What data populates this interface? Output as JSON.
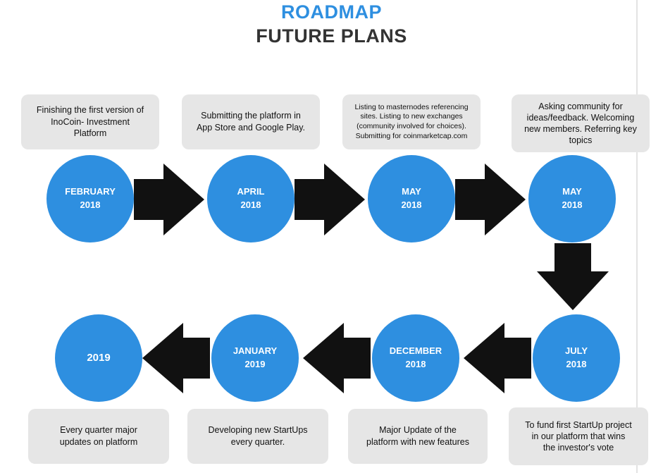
{
  "header": {
    "title": "ROADMAP",
    "subtitle": "FUTURE PLANS"
  },
  "colors": {
    "accent": "#2e8fe0",
    "bubble": "#e6e6e6",
    "arrow": "#111111"
  },
  "milestones": [
    {
      "month": "FEBRUARY",
      "year": "2018",
      "lines": [
        "Finishing the first version of",
        "InoCoin- Investment",
        "Platform"
      ]
    },
    {
      "month": "APRIL",
      "year": "2018",
      "lines": [
        "Submitting the platform in",
        "App Store and Google Play."
      ]
    },
    {
      "month": "MAY",
      "year": "2018",
      "lines": [
        "Listing to masternodes referencing",
        "sites. Listing to new exchanges",
        "(community involved for choices).",
        "Submitting for coinmarketcap.com"
      ]
    },
    {
      "month": "MAY",
      "year": "2018",
      "lines": [
        "Asking community for",
        "ideas/feedback. Welcoming",
        "new members. Referring key",
        "topics"
      ]
    },
    {
      "month": "JULY",
      "year": "2018",
      "lines": [
        "To fund first StartUp project",
        "in our platform that wins",
        "the investor's vote"
      ]
    },
    {
      "month": "DECEMBER",
      "year": "2018",
      "lines": [
        "Major Update of the",
        "platform with new features"
      ]
    },
    {
      "month": "JANUARY",
      "year": "2019",
      "lines": [
        "Developing new StartUps",
        "every quarter."
      ]
    },
    {
      "month": "2019",
      "year": "",
      "lines": [
        "Every quarter major",
        "updates on platform"
      ]
    }
  ]
}
